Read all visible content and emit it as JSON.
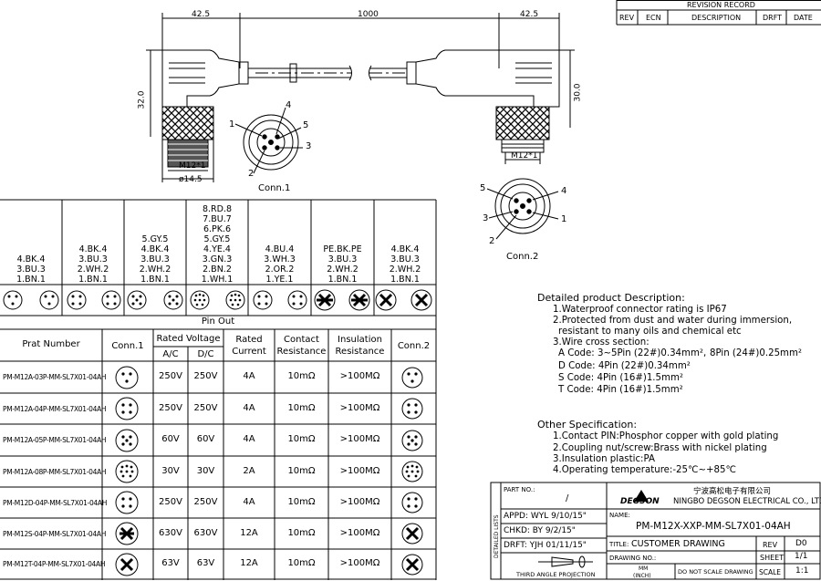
{
  "revision": {
    "title": "REVISION RECORD",
    "headers": [
      "REV",
      "ECN",
      "DESCRIPTION",
      "DRFT",
      "DATE"
    ]
  },
  "drawing": {
    "dim_left": "42.5",
    "dim_mid": "1000",
    "dim_right": "42.5",
    "dim_height_left": "32.0",
    "dim_height_right": "30.0",
    "thread_left": "M12*1",
    "thread_right": "M12*1",
    "dia": "ø14.5",
    "conn1_label": "Conn.1",
    "conn2_label": "Conn.2",
    "conn1_pins": [
      "1",
      "2",
      "3",
      "4",
      "5"
    ],
    "conn2_pins": [
      "1",
      "2",
      "3",
      "4",
      "5"
    ]
  },
  "pinout": {
    "title": "Pin Out",
    "columns": [
      [
        "4.BK.4",
        "3.BU.3",
        "1.BN.1"
      ],
      [
        "4.BK.4",
        "3.BU.3",
        "2.WH.2",
        "1.BN.1"
      ],
      [
        "5.GY.5",
        "4.BK.4",
        "3.BU.3",
        "2.WH.2",
        "1.BN.1"
      ],
      [
        "8.RD.8",
        "7.BU.7",
        "6.PK.6",
        "5.GY.5",
        "4.YE.4",
        "3.GN.3",
        "2.BN.2",
        "1.WH.1"
      ],
      [
        "4.BU.4",
        "3.WH.3",
        "2.OR.2",
        "1.YE.1"
      ],
      [
        "PE.BK.PE",
        "3.BU.3",
        "2.WH.2",
        "1.BN.1"
      ],
      [
        "4.BK.4",
        "3.BU.3",
        "2.WH.2",
        "1.BN.1"
      ]
    ]
  },
  "table": {
    "h_part": "Prat Number",
    "h_conn1": "Conn.1",
    "h_rated_voltage": "Rated Voltage",
    "h_ac": "A/C",
    "h_dc": "D/C",
    "h_rated_current": "Rated Current",
    "h_contact": "Contact Resistance",
    "h_insulation": "Insulation Resistance",
    "h_conn2": "Conn.2",
    "rows": [
      {
        "part": "PM-M12A-03P-MM-SL7X01-04AH",
        "ac": "250V",
        "dc": "250V",
        "current": "4A",
        "contact": "10mΩ",
        "insulation": ">100MΩ"
      },
      {
        "part": "PM-M12A-04P-MM-SL7X01-04AH",
        "ac": "250V",
        "dc": "250V",
        "current": "4A",
        "contact": "10mΩ",
        "insulation": ">100MΩ"
      },
      {
        "part": "PM-M12A-05P-MM-SL7X01-04AH",
        "ac": "60V",
        "dc": "60V",
        "current": "4A",
        "contact": "10mΩ",
        "insulation": ">100MΩ"
      },
      {
        "part": "PM-M12A-08P-MM-SL7X01-04AH",
        "ac": "30V",
        "dc": "30V",
        "current": "2A",
        "contact": "10mΩ",
        "insulation": ">100MΩ"
      },
      {
        "part": "PM-M12D-04P-MM-SL7X01-04AH",
        "ac": "250V",
        "dc": "250V",
        "current": "4A",
        "contact": "10mΩ",
        "insulation": ">100MΩ"
      },
      {
        "part": "PM-M12S-04P-MM-SL7X01-04AH",
        "ac": "630V",
        "dc": "630V",
        "current": "12A",
        "contact": "10mΩ",
        "insulation": ">100MΩ"
      },
      {
        "part": "PM-M12T-04P-MM-SL7X01-04AH",
        "ac": "63V",
        "dc": "63V",
        "current": "12A",
        "contact": "10mΩ",
        "insulation": ">100MΩ"
      }
    ]
  },
  "description": {
    "title": "Detailed product Description:",
    "l1": "1.Waterproof connector rating is IP67",
    "l2": "2.Protected from dust and water during immersion,",
    "l3": "resistant to many oils and chemical etc",
    "l4": "3.Wire cross section:",
    "l5a": "A Code: 3~5Pin (22#)0.34mm²,",
    "l5b": "8Pin (24#)0.25mm²",
    "l6": "D Code: 4Pin (22#)0.34mm²",
    "l7": "S Code: 4Pin (16#)1.5mm²",
    "l8": "T Code: 4Pin (16#)1.5mm²"
  },
  "other": {
    "title": "Other Specification:",
    "l1": "1.Contact PIN:Phosphor copper with gold plating",
    "l2": "2.Coupling nut/screw:Brass with nickel plating",
    "l3": "3.Insulation plastic:PA",
    "l4": "4.Operating temperature:-25℃~+85℃"
  },
  "titleblock": {
    "side": "DETAILED LISTS",
    "part_no_label": "PART NO.:",
    "part_no_value": "/",
    "appd": "APPD:  WYL  9/10/15\"",
    "chkd": "CHKD:  BY 9/2/15\"",
    "drft": "DRFT:   YJH  01/11/15\"",
    "logo": "DEGSON",
    "company_cn": "宁波高松电子有限公司",
    "company_en": "NINGBO DEGSON ELECTRICAL CO., LTD",
    "name_label": "NAME:",
    "name_value": "PM-M12X-XXP-MM-SL7X01-04AH",
    "title_label": "TITLE:",
    "title_value": "CUSTOMER DRAWING",
    "rev_label": "REV",
    "rev_value": "D0",
    "drawing_no": "DRAWING NO.:",
    "sheet_label": "SHEET",
    "sheet_value": "1/1",
    "projection": "THIRD ANGLE PROJECTION",
    "unit_mm": "MM",
    "unit_inch": "(INCH)",
    "no_scale": "DO NOT SCALE DRAWING",
    "scale_label": "SCALE",
    "scale_value": "1:1"
  }
}
